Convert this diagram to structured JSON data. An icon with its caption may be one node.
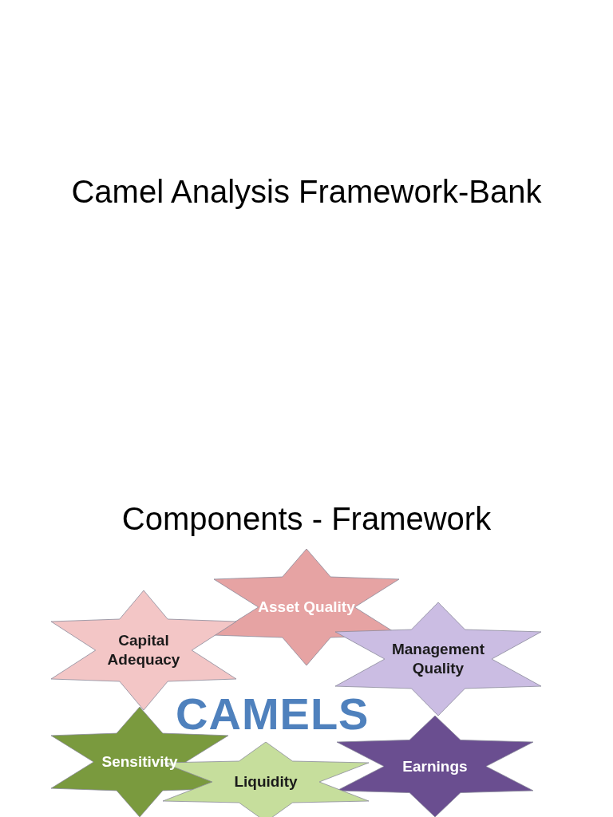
{
  "diagram": {
    "title": "Camel Analysis Framework-Bank",
    "nodes": [
      {
        "text": [
          "Asset Quality"
        ]
      },
      {
        "text": [
          "Capital Adequacy"
        ]
      },
      {
        "text": [
          "Management Quality"
        ]
      },
      {
        "text": [
          "Sensitivity"
        ]
      },
      {
        "text": [
          "Earnings"
        ]
      },
      {
        "text": [
          "Liquidity"
        ]
      }
    ],
    "labels": [
      "Components - Framework",
      "CAMELS"
    ]
  }
}
